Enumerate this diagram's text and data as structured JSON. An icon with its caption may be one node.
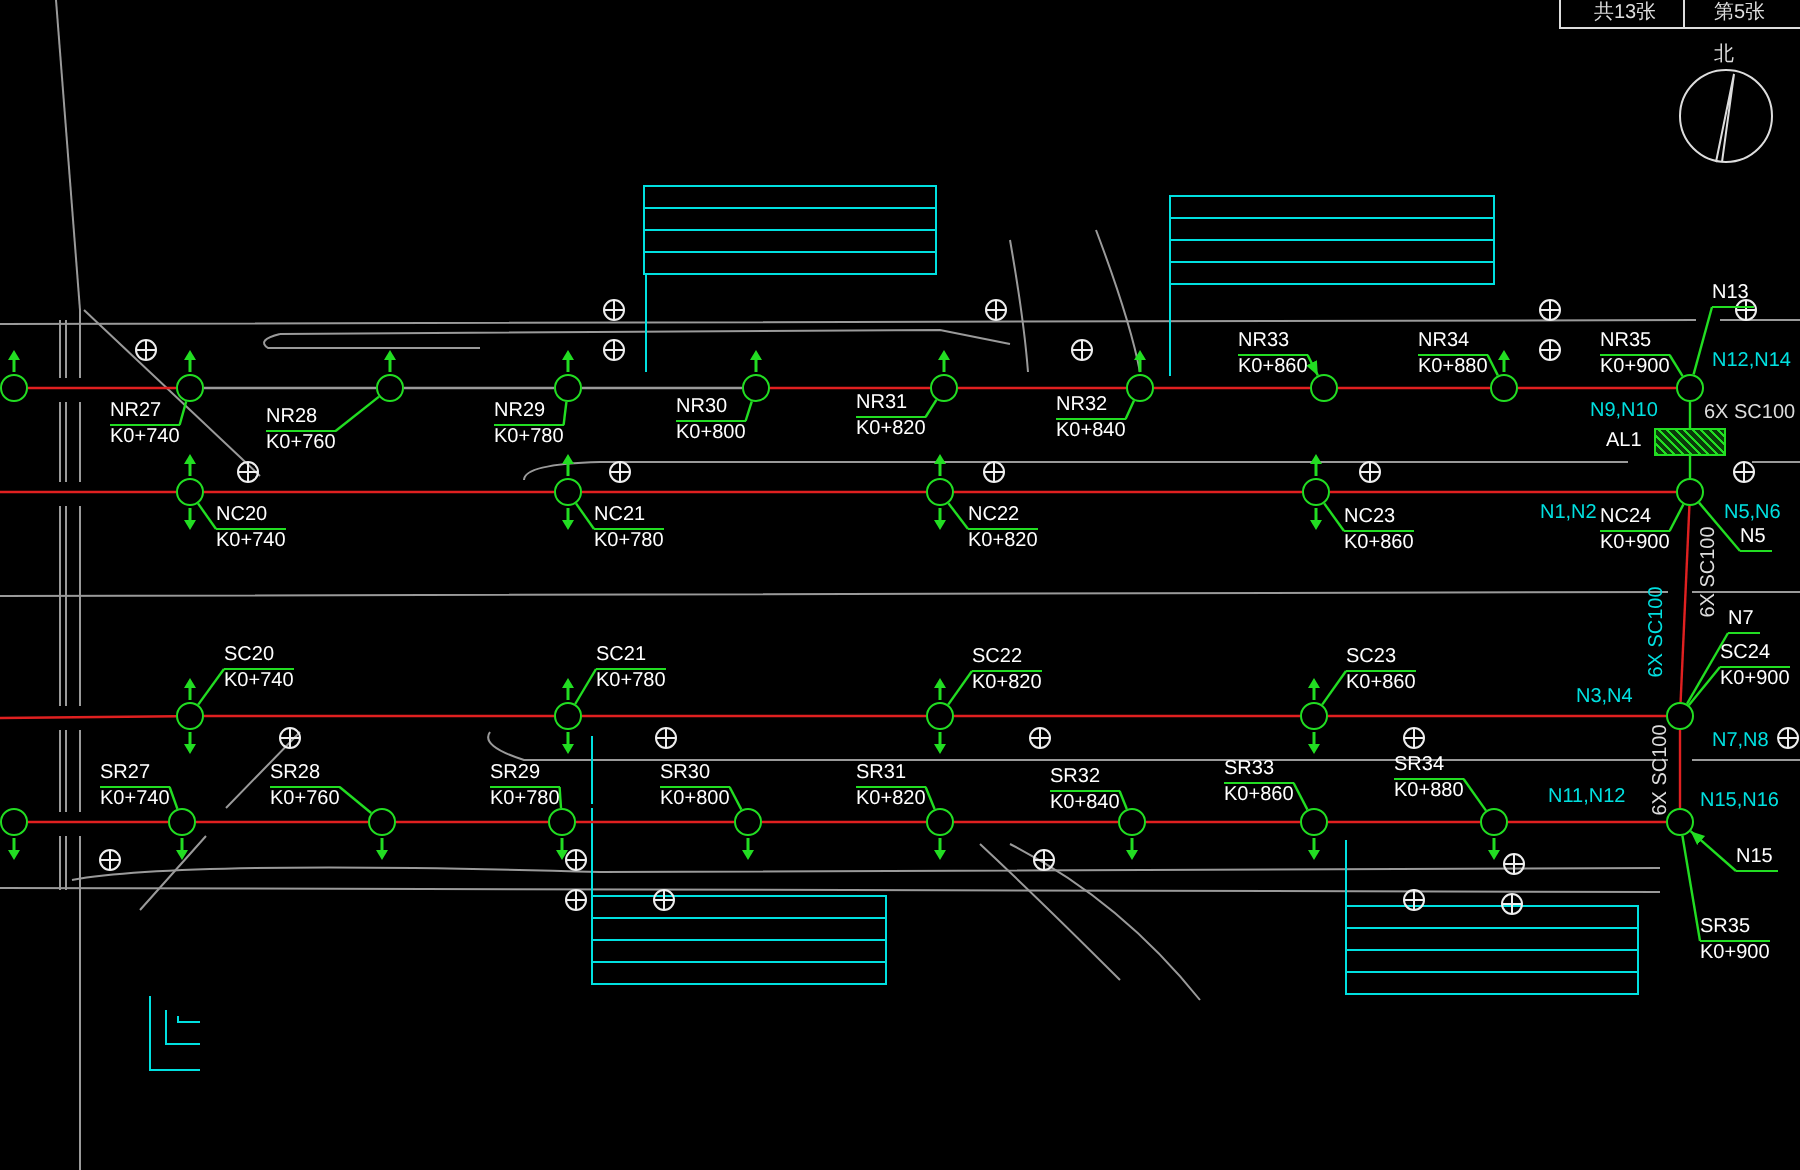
{
  "diagram": {
    "nodes": [
      {
        "text": [],
        "shape": "circle"
      },
      {
        "text": [
          "NR27",
          "K0+740"
        ]
      },
      {
        "text": [],
        "shape": "circle"
      },
      {
        "text": [
          "NR28",
          "K0+760"
        ]
      },
      {
        "text": [],
        "shape": "circle"
      },
      {
        "text": [
          "NR29",
          "K0+780"
        ]
      },
      {
        "text": [],
        "shape": "circle"
      },
      {
        "text": [
          "NR30",
          "K0+800"
        ]
      },
      {
        "text": [],
        "shape": "circle"
      },
      {
        "text": [
          "NR31",
          "K0+820"
        ]
      },
      {
        "text": [],
        "shape": "circle"
      },
      {
        "text": [
          "NR32",
          "K0+840"
        ]
      },
      {
        "text": [],
        "shape": "circle"
      },
      {
        "text": [
          "NR33",
          "K0+860"
        ]
      },
      {
        "text": [],
        "shape": "circle"
      },
      {
        "text": [
          "NR34",
          "K0+880"
        ]
      },
      {
        "text": [],
        "shape": "circle"
      },
      {
        "text": [
          "NR35",
          "K0+900"
        ]
      },
      {
        "text": [
          "N13"
        ]
      },
      {
        "text": [],
        "shape": "circle"
      },
      {
        "text": [],
        "shape": "box",
        "beside": [
          "AL1"
        ]
      },
      {
        "text": [
          "NC20",
          "K0+740"
        ]
      },
      {
        "text": [],
        "shape": "circle"
      },
      {
        "text": [
          "NC21",
          "K0+780"
        ]
      },
      {
        "text": [],
        "shape": "circle"
      },
      {
        "text": [
          "NC22",
          "K0+820"
        ]
      },
      {
        "text": [],
        "shape": "circle"
      },
      {
        "text": [
          "NC23",
          "K0+860"
        ]
      },
      {
        "text": [],
        "shape": "circle"
      },
      {
        "text": [
          "NC24",
          "K0+900"
        ]
      },
      {
        "text": [],
        "shape": "circle"
      },
      {
        "text": [
          "N5"
        ]
      },
      {
        "text": [
          "SC20",
          "K0+740"
        ]
      },
      {
        "text": [],
        "shape": "circle"
      },
      {
        "text": [
          "SC21",
          "K0+780"
        ]
      },
      {
        "text": [],
        "shape": "circle"
      },
      {
        "text": [
          "SC22",
          "K0+820"
        ]
      },
      {
        "text": [],
        "shape": "circle"
      },
      {
        "text": [
          "SC23",
          "K0+860"
        ]
      },
      {
        "text": [],
        "shape": "circle"
      },
      {
        "text": [
          "N7"
        ]
      },
      {
        "text": [
          "SC24",
          "K0+900"
        ]
      },
      {
        "text": [],
        "shape": "circle"
      },
      {
        "text": [],
        "shape": "circle"
      },
      {
        "text": [
          "SR27",
          "K0+740"
        ]
      },
      {
        "text": [],
        "shape": "circle"
      },
      {
        "text": [
          "SR28",
          "K0+760"
        ]
      },
      {
        "text": [],
        "shape": "circle"
      },
      {
        "text": [
          "SR29",
          "K0+780"
        ]
      },
      {
        "text": [],
        "shape": "circle"
      },
      {
        "text": [
          "SR30",
          "K0+800"
        ]
      },
      {
        "text": [],
        "shape": "circle"
      },
      {
        "text": [
          "SR31",
          "K0+820"
        ]
      },
      {
        "text": [],
        "shape": "circle"
      },
      {
        "text": [
          "SR32",
          "K0+840"
        ]
      },
      {
        "text": [],
        "shape": "circle"
      },
      {
        "text": [
          "SR33",
          "K0+860"
        ]
      },
      {
        "text": [],
        "shape": "circle"
      },
      {
        "text": [
          "SR34",
          "K0+880"
        ]
      },
      {
        "text": [],
        "shape": "circle"
      },
      {
        "text": [
          "N15"
        ]
      },
      {
        "text": [
          "SR35",
          "K0+900"
        ]
      },
      {
        "text": [],
        "shape": "circle"
      }
    ],
    "edges": [
      {
        "from": 1,
        "to": 2,
        "arrow": "none"
      },
      {
        "from": 3,
        "to": 4,
        "arrow": "none"
      },
      {
        "from": 5,
        "to": 6,
        "arrow": "none"
      },
      {
        "from": 7,
        "to": 8,
        "arrow": "none"
      },
      {
        "from": 9,
        "to": 10,
        "arrow": "none"
      },
      {
        "from": 11,
        "to": 12,
        "arrow": "none"
      },
      {
        "from": 13,
        "to": 14,
        "arrow": "to"
      },
      {
        "from": 15,
        "to": 16,
        "arrow": "none"
      },
      {
        "from": 17,
        "to": 19,
        "arrow": "none"
      },
      {
        "from": 18,
        "to": 19,
        "arrow": "none"
      },
      {
        "from": 20,
        "to": 19,
        "arrow": "none"
      },
      {
        "from": 20,
        "to": 30,
        "arrow": "none"
      },
      {
        "from": 21,
        "to": 22,
        "arrow": "none"
      },
      {
        "from": 23,
        "to": 24,
        "arrow": "none"
      },
      {
        "from": 25,
        "to": 26,
        "arrow": "none"
      },
      {
        "from": 27,
        "to": 28,
        "arrow": "none"
      },
      {
        "from": 29,
        "to": 30,
        "arrow": "none"
      },
      {
        "from": 31,
        "to": 30,
        "arrow": "none"
      },
      {
        "from": 32,
        "to": 33,
        "arrow": "none"
      },
      {
        "from": 34,
        "to": 35,
        "arrow": "none"
      },
      {
        "from": 36,
        "to": 37,
        "arrow": "none"
      },
      {
        "from": 38,
        "to": 39,
        "arrow": "none"
      },
      {
        "from": 40,
        "to": 42,
        "arrow": "none"
      },
      {
        "from": 41,
        "to": 42,
        "arrow": "none"
      },
      {
        "from": 44,
        "to": 45,
        "arrow": "none"
      },
      {
        "from": 46,
        "to": 47,
        "arrow": "none"
      },
      {
        "from": 48,
        "to": 49,
        "arrow": "none"
      },
      {
        "from": 50,
        "to": 51,
        "arrow": "none"
      },
      {
        "from": 52,
        "to": 53,
        "arrow": "none"
      },
      {
        "from": 54,
        "to": 55,
        "arrow": "none"
      },
      {
        "from": 56,
        "to": 57,
        "arrow": "none"
      },
      {
        "from": 58,
        "to": 59,
        "arrow": "none"
      },
      {
        "from": 60,
        "to": 62,
        "arrow": "to"
      },
      {
        "from": 61,
        "to": 62,
        "arrow": "none"
      },
      {
        "from": 0,
        "to": 2,
        "arrow": "none",
        "color": "#e02020"
      },
      {
        "from": 2,
        "to": 4,
        "arrow": "none",
        "color": "#9a9a9a"
      },
      {
        "from": 4,
        "to": 6,
        "arrow": "none",
        "color": "#9a9a9a"
      },
      {
        "from": 6,
        "to": 8,
        "arrow": "none",
        "color": "#9a9a9a"
      },
      {
        "from": 8,
        "to": 10,
        "arrow": "none",
        "color": "#e02020"
      },
      {
        "from": 10,
        "to": 12,
        "arrow": "none",
        "color": "#e02020"
      },
      {
        "from": 12,
        "to": 14,
        "arrow": "none",
        "color": "#e02020"
      },
      {
        "from": 14,
        "to": 16,
        "arrow": "none",
        "color": "#e02020"
      },
      {
        "from": 16,
        "to": 19,
        "arrow": "none",
        "color": "#e02020"
      },
      {
        "from": null,
        "to": 22,
        "arrow": "none",
        "color": "#e02020"
      },
      {
        "from": 22,
        "to": 24,
        "arrow": "none",
        "color": "#e02020"
      },
      {
        "from": 24,
        "to": 26,
        "arrow": "none",
        "color": "#e02020"
      },
      {
        "from": 26,
        "to": 28,
        "arrow": "none",
        "color": "#e02020"
      },
      {
        "from": 28,
        "to": 30,
        "arrow": "none",
        "color": "#e02020"
      },
      {
        "from": null,
        "to": 33,
        "arrow": "none",
        "color": "#e02020"
      },
      {
        "from": 33,
        "to": 35,
        "arrow": "none",
        "color": "#e02020"
      },
      {
        "from": 35,
        "to": 37,
        "arrow": "none",
        "color": "#e02020"
      },
      {
        "from": 37,
        "to": 39,
        "arrow": "none",
        "color": "#e02020"
      },
      {
        "from": 39,
        "to": 42,
        "arrow": "none",
        "color": "#e02020"
      },
      {
        "from": 43,
        "to": 45,
        "arrow": "none",
        "color": "#e02020"
      },
      {
        "from": 45,
        "to": 47,
        "arrow": "none",
        "color": "#e02020"
      },
      {
        "from": 47,
        "to": 49,
        "arrow": "none",
        "color": "#e02020"
      },
      {
        "from": 49,
        "to": 51,
        "arrow": "none",
        "color": "#e02020"
      },
      {
        "from": 51,
        "to": 53,
        "arrow": "none",
        "color": "#e02020"
      },
      {
        "from": 53,
        "to": 55,
        "arrow": "none",
        "color": "#e02020"
      },
      {
        "from": 55,
        "to": 57,
        "arrow": "none",
        "color": "#e02020"
      },
      {
        "from": 57,
        "to": 59,
        "arrow": "none",
        "color": "#e02020"
      },
      {
        "from": 59,
        "to": 62,
        "arrow": "none",
        "color": "#e02020"
      },
      {
        "from": 30,
        "to": 42,
        "arrow": "none",
        "color": "#e02020"
      },
      {
        "from": 42,
        "to": 62,
        "arrow": "none",
        "color": "#e02020"
      }
    ],
    "labels": [
      "共13张",
      "第5张",
      "北",
      "N9,N10",
      "N12,N14",
      "6X SC100",
      "N1,N2",
      "N5,N6",
      "6X SC100",
      "6X SC100",
      "N3,N4",
      "N7,N8",
      "6X SC100",
      "N11,N12",
      "N15,N16"
    ]
  }
}
